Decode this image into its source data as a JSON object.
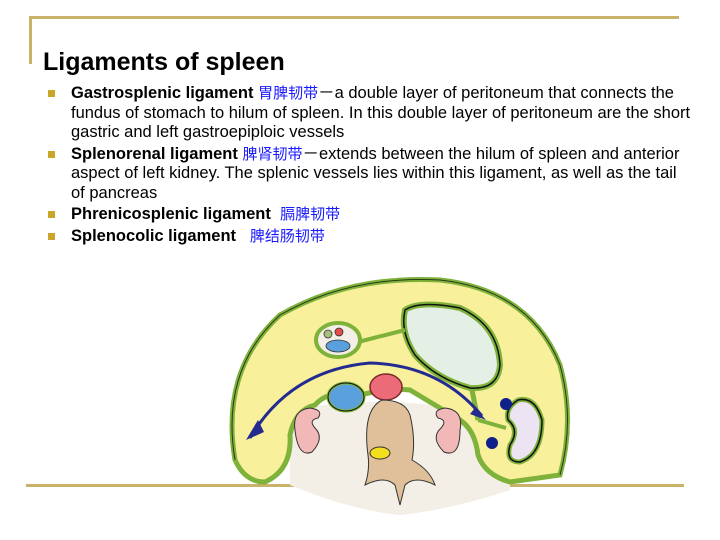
{
  "slide": {
    "title": "Ligaments of spleen",
    "accent_color": "#c9b26a",
    "bullet_color": "#c9a52c",
    "chinese_text_color": "#1a1aff",
    "bullets": [
      {
        "term": "Gastrosplenic ligament",
        "chinese": "胃脾韧带",
        "separator": "－",
        "text": "a double layer of peritoneum that connects the fundus of stomach to hilum of spleen. In this double layer of peritoneum are the short gastric and left gastroepiploic vessels"
      },
      {
        "term": "Splenorenal ligament",
        "chinese": "脾肾韧带",
        "separator": "－",
        "text": "extends between the hilum of spleen and anterior aspect of left kidney. The splenic vessels lies within this ligament, as well as the tail of pancreas"
      },
      {
        "term": "Phrenicosplenic ligament",
        "chinese": "膈脾韧带",
        "separator": "",
        "text": ""
      },
      {
        "term": "Splenocolic ligament",
        "chinese": "脾结肠韧带",
        "separator": "",
        "text": ""
      }
    ]
  },
  "diagram": {
    "description": "Transverse section of upper abdomen showing peritoneal ligaments of spleen",
    "structures": [
      "peritoneal cavity",
      "stomach",
      "spleen",
      "left kidney",
      "right kidney",
      "aorta",
      "inferior vena cava",
      "vertebra",
      "spinal cord",
      "splenic vessels",
      "portal triad",
      "omental bursa arrow"
    ],
    "colors": {
      "cavity": "#f8f09a",
      "peritoneum": "#7fb23a",
      "stomach": "#e4f0e6",
      "spleen": "#ece4f2",
      "kidney": "#f2b8b8",
      "aorta": "#ec6b78",
      "ivc": "#5aa0dc",
      "vertebra": "#dfc09a",
      "cord": "#f3df1e",
      "retroperitoneum": "#f4efe6",
      "arrow": "#232a90",
      "vessels": "#10208a"
    }
  }
}
